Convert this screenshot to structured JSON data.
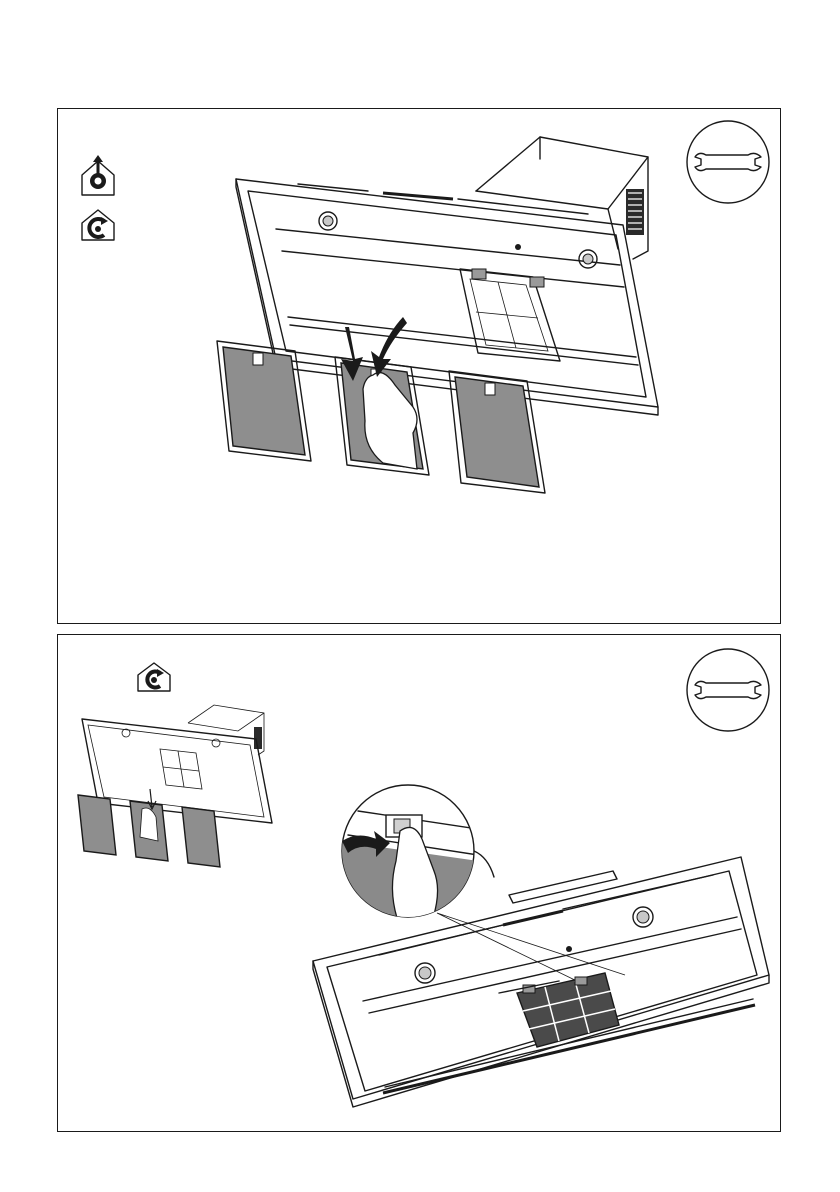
{
  "document": {
    "type": "installation-manual-illustration",
    "page_number": ""
  },
  "panels": [
    {
      "id": "panel-1",
      "mode_icons": [
        "ducted-mode-icon",
        "recirculation-mode-icon"
      ],
      "tool_icon": "wrench-icon",
      "illustration": "grease-filter-removal"
    },
    {
      "id": "panel-2",
      "mode_icons": [
        "recirculation-mode-icon"
      ],
      "tool_icon": "wrench-icon",
      "illustration": "carbon-filter-clip-release"
    }
  ],
  "colors": {
    "line": "#1a1a1a",
    "filter_mesh": "#8e8e8e",
    "carbon_filter": "#4a4a4a",
    "background": "#ffffff"
  }
}
